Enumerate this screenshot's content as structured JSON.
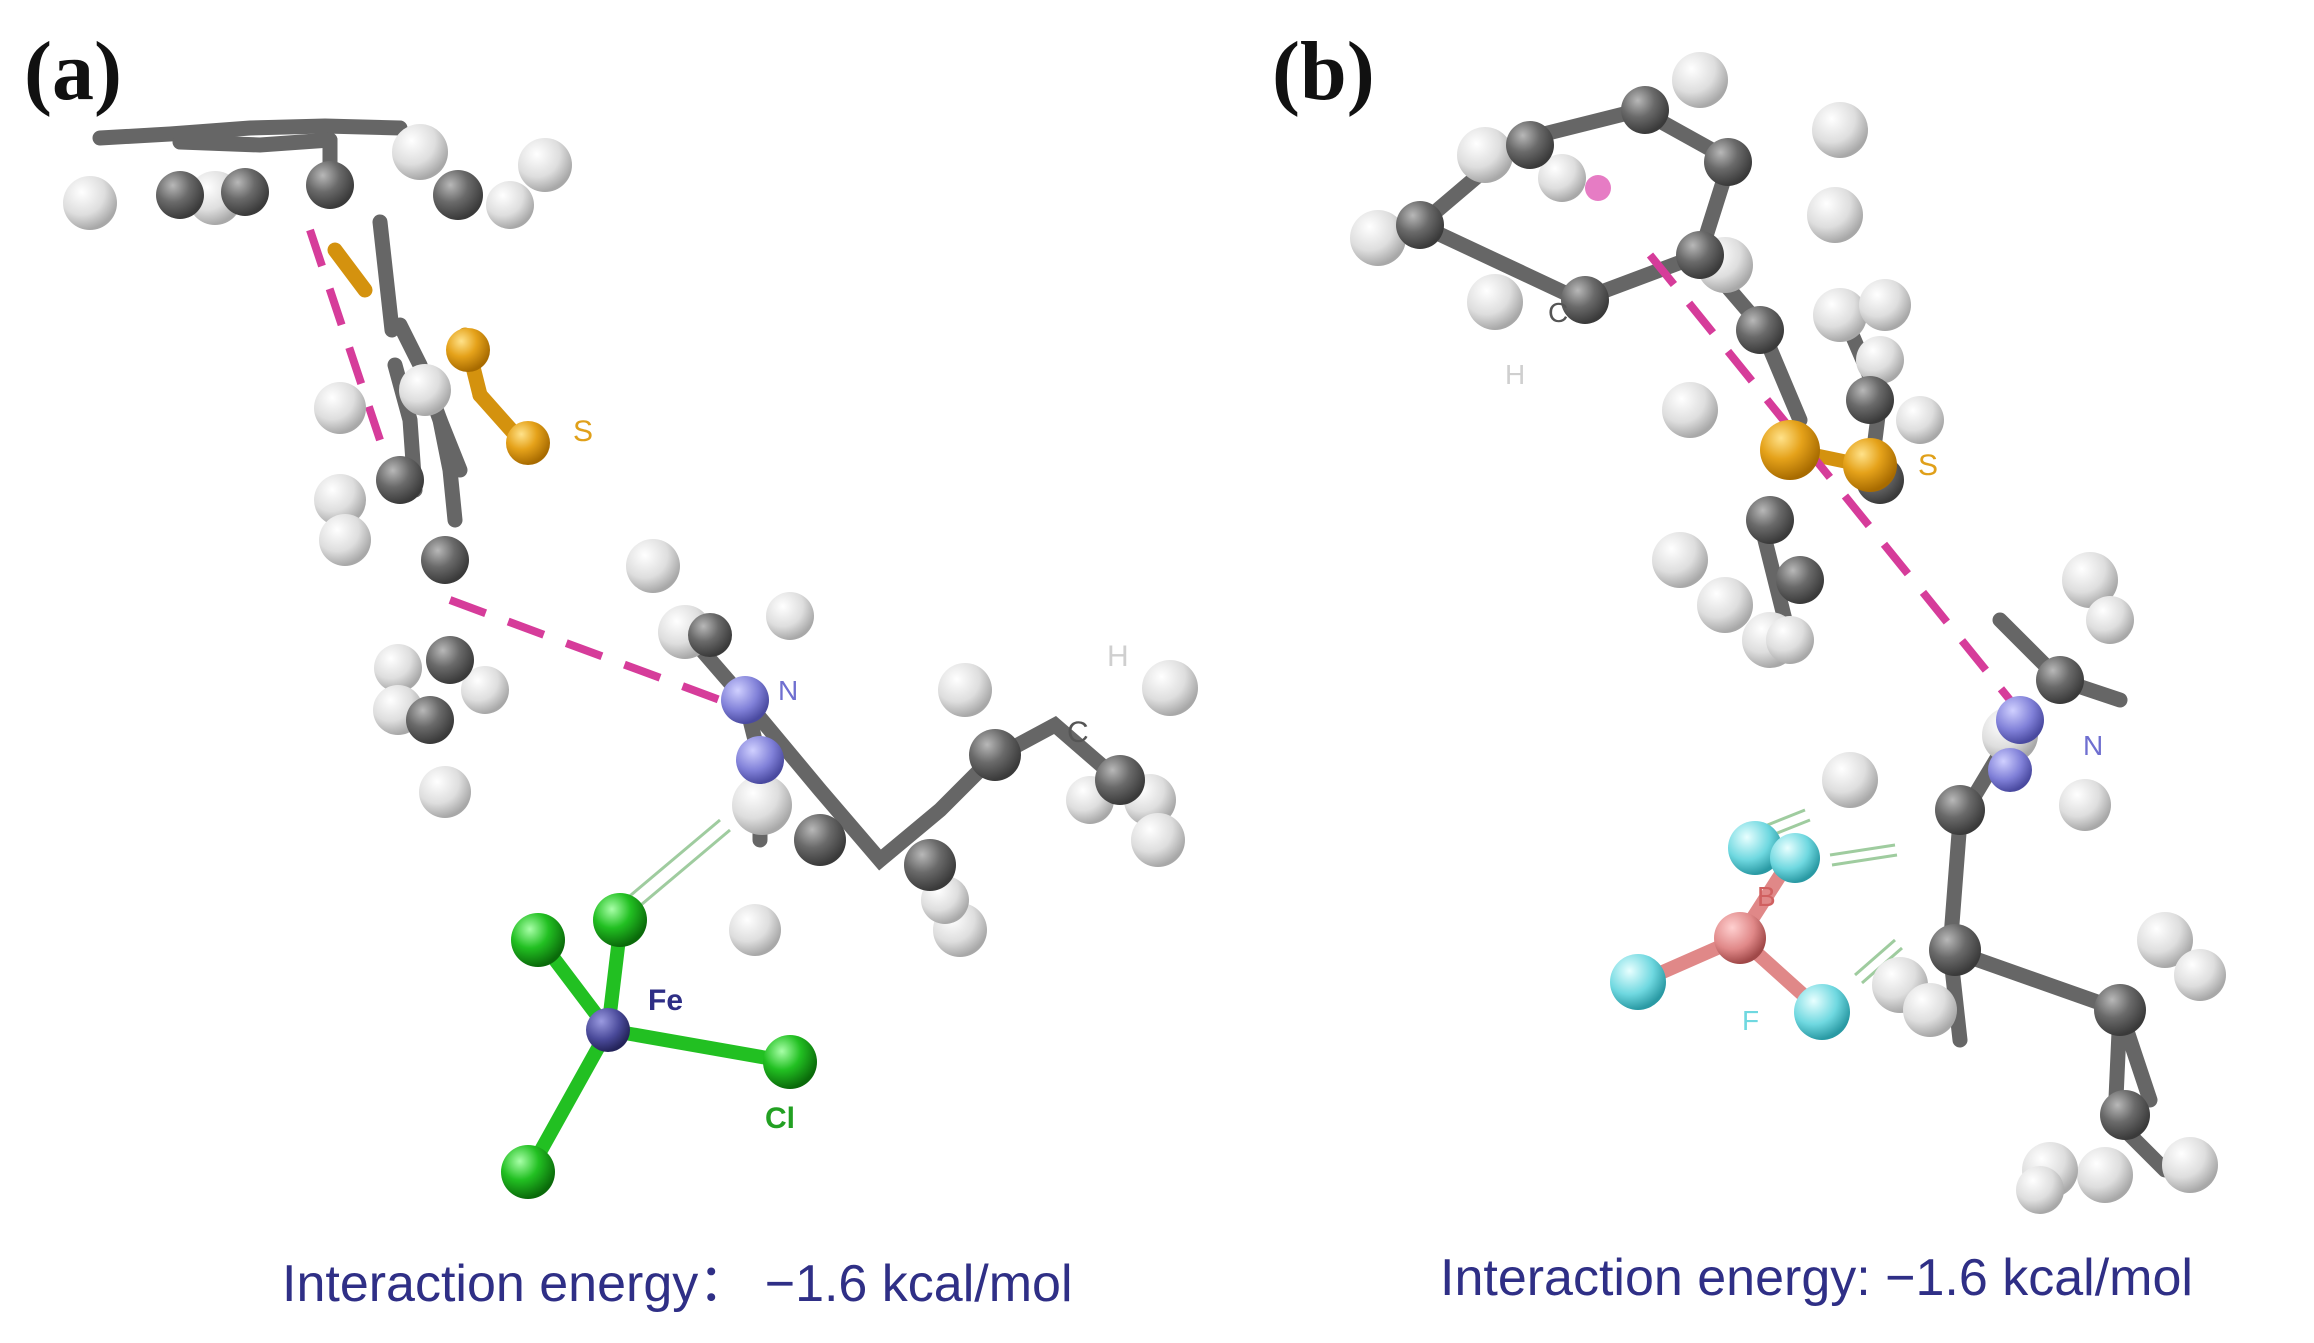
{
  "panels": [
    {
      "label": "(a)",
      "caption": "Interaction energy： −1.6 kcal/mol",
      "atom_labels": {
        "s": "S",
        "n": "N",
        "c": "C",
        "h": "H",
        "fe": "Fe",
        "cl": "Cl"
      }
    },
    {
      "label": "(b)",
      "caption": "Interaction energy: −1.6 kcal/mol",
      "atom_labels": {
        "c": "C",
        "h": "H",
        "s": "S",
        "n": "N",
        "b": "B",
        "f": "F"
      }
    }
  ],
  "colors": {
    "carbon": "#5c5c5c",
    "hydrogen": "#e6e6e6",
    "sulfur": "#e0a01a",
    "nitrogen": "#7f7fd6",
    "iron": "#4a4a9a",
    "chlorine": "#22c022",
    "boron": "#e08888",
    "fluorine": "#6fd8e0",
    "pi_interaction": "#d63c9a",
    "hbond": "#9fcc9f",
    "caption": "#2f2f86"
  }
}
